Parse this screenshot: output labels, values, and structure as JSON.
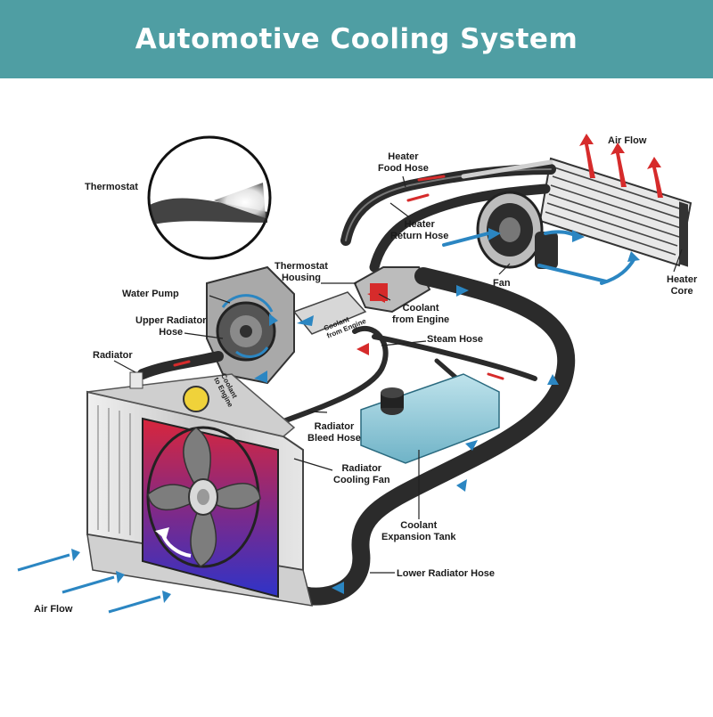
{
  "header": {
    "title": "Automotive Cooling System"
  },
  "colors": {
    "header_bg": "#4f9ea3",
    "hose": "#2b2b2b",
    "flow_blue": "#2b86c2",
    "flow_red": "#d62b2b",
    "radiator_metal": "#d8d8d8",
    "fan_red": "#d8263c",
    "fan_blue": "#2f33c8",
    "tank": "#8fc9d8"
  },
  "labels": {
    "thermostat": "Thermostat",
    "heater_food_hose": [
      "Heater",
      "Food Hose"
    ],
    "air_flow_top": "Air Flow",
    "heater_return_hose": [
      "Heater",
      "Return Hose"
    ],
    "fan": "Fan",
    "heater_core": [
      "Heater",
      "Core"
    ],
    "thermostat_housing": [
      "Thermostat",
      "Housing"
    ],
    "water_pump": "Water Pump",
    "coolant_from_engine": [
      "Coolant",
      "from Engine"
    ],
    "upper_radiator_hose": [
      "Upper Radiator",
      "Hose"
    ],
    "steam_hose": "Steam Hose",
    "radiator": "Radiator",
    "coolant_from_engine_small": [
      "Coolant",
      "from Engine"
    ],
    "coolant_to_engine_small": [
      "Coolant",
      "to Engine"
    ],
    "radiator_bleed_hose": [
      "Radiator",
      "Bleed Hose"
    ],
    "radiator_cooling_fan": [
      "Radiator",
      "Cooling Fan"
    ],
    "coolant_expansion_tank": [
      "Coolant",
      "Expansion Tank"
    ],
    "lower_radiator_hose": "Lower Radiator Hose",
    "air_flow_bottom": "Air Flow"
  }
}
